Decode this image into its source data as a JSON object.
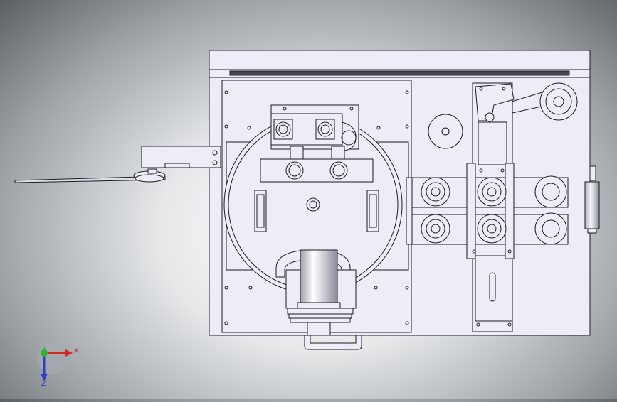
{
  "viewport": {
    "background_center": "#ffffff",
    "background_edge": "#55595e",
    "model_fill": "#ecedf6",
    "model_stroke": "#1c1d22"
  },
  "triad": {
    "x_label": "X",
    "y_label": "Y",
    "z_label": "Z",
    "x_color": "#d42828",
    "y_color": "#2cb12c",
    "z_color": "#2c3fc8"
  }
}
